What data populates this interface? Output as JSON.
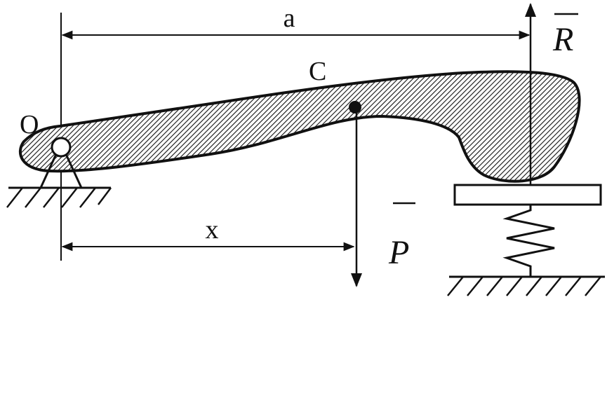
{
  "labels": {
    "pivot": "O",
    "center_of_mass": "C",
    "length_a": "a",
    "distance_x": "x",
    "force_r": "R",
    "force_p": "P"
  },
  "colors": {
    "ink": "#111111",
    "background": "#ffffff"
  }
}
